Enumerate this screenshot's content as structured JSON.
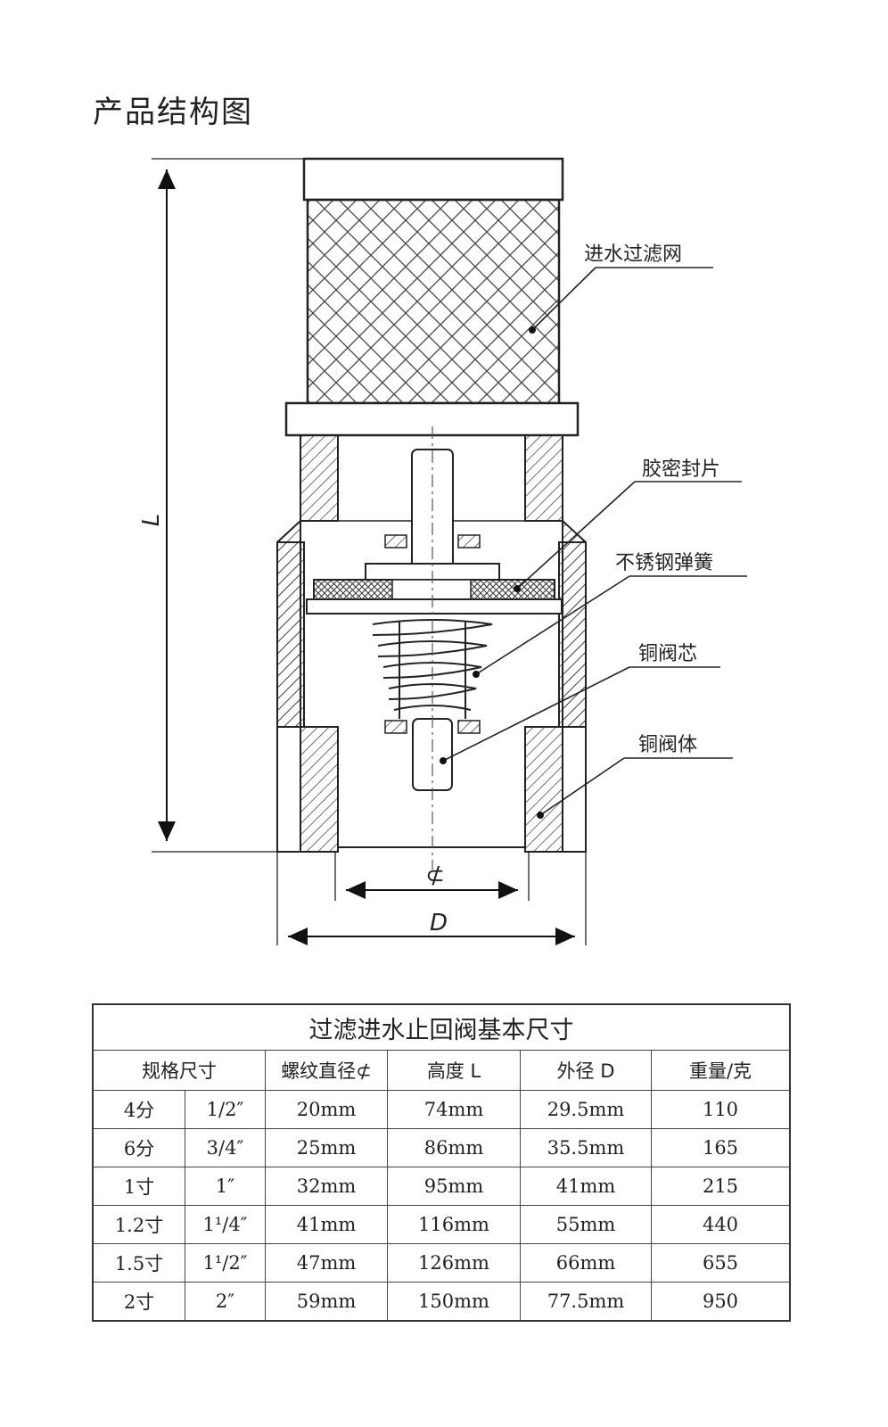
{
  "title": "产品结构图",
  "callouts": {
    "strainer": "进水过滤网",
    "seal": "胶密封片",
    "spring": "不锈钢弹簧",
    "core": "铜阀芯",
    "body": "铜阀体"
  },
  "dimensions": {
    "length": "L",
    "thread": "⊄",
    "outer": "D"
  },
  "table": {
    "caption": "过滤进水止回阀基本尺寸",
    "headers": {
      "spec": "规格尺寸",
      "thread": "螺纹直径⊄",
      "height": "高度 L",
      "outer": "外径 D",
      "weight": "重量/克"
    },
    "rows": [
      {
        "fen": "4分",
        "inch": "1/2″",
        "thread": "20mm",
        "height": "74mm",
        "outer": "29.5mm",
        "weight": "110"
      },
      {
        "fen": "6分",
        "inch": "3/4″",
        "thread": "25mm",
        "height": "86mm",
        "outer": "35.5mm",
        "weight": "165"
      },
      {
        "fen": "1寸",
        "inch": "1″",
        "thread": "32mm",
        "height": "95mm",
        "outer": "41mm",
        "weight": "215"
      },
      {
        "fen": "1.2寸",
        "inch": "1¹/4″",
        "thread": "41mm",
        "height": "116mm",
        "outer": "55mm",
        "weight": "440"
      },
      {
        "fen": "1.5寸",
        "inch": "1¹/2″",
        "thread": "47mm",
        "height": "126mm",
        "outer": "66mm",
        "weight": "655"
      },
      {
        "fen": "2寸",
        "inch": "2″",
        "thread": "59mm",
        "height": "150mm",
        "outer": "77.5mm",
        "weight": "950"
      }
    ]
  }
}
